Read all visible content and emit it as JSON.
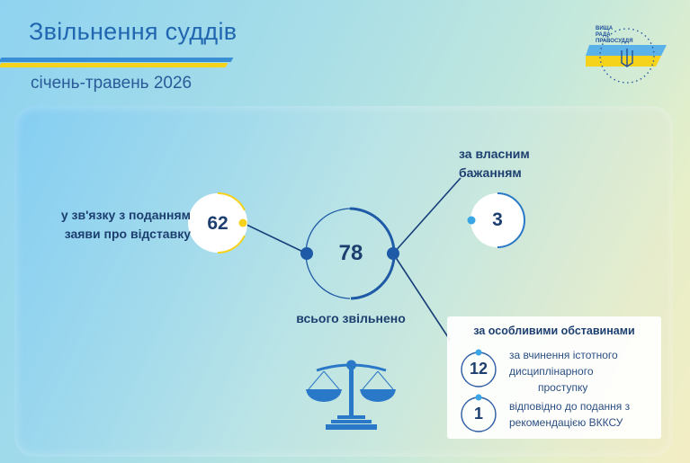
{
  "header": {
    "title": "Звільнення суддів",
    "period": "січень-травень 2026"
  },
  "logo": {
    "line1": "ВИЩА",
    "line2": "РАДА",
    "line3": "ПРАВОСУДДЯ",
    "icon": "trident-icon"
  },
  "total": {
    "value": "78",
    "label": "всього звільнено"
  },
  "categories": [
    {
      "value": "62",
      "label_line1": "у зв'язку з поданням",
      "label_line2": "заяви про відставку"
    },
    {
      "value": "3",
      "label_line1": "за власним",
      "label_line2": "бажанням"
    }
  ],
  "special": {
    "title": "за особливими обставинами",
    "items": [
      {
        "value": "12",
        "line1": "за вчинення істотного",
        "line2": "дисциплінарного",
        "line3": "проступку"
      },
      {
        "value": "1",
        "line1": "відповідно до подання з",
        "line2": "рекомендацією ВККСУ"
      }
    ]
  },
  "colors": {
    "accent_blue": "#1f5aa6",
    "accent_yellow": "#f5d21c",
    "text_dark": "#1d3f70",
    "scales_icon": "scales-of-justice-icon"
  }
}
